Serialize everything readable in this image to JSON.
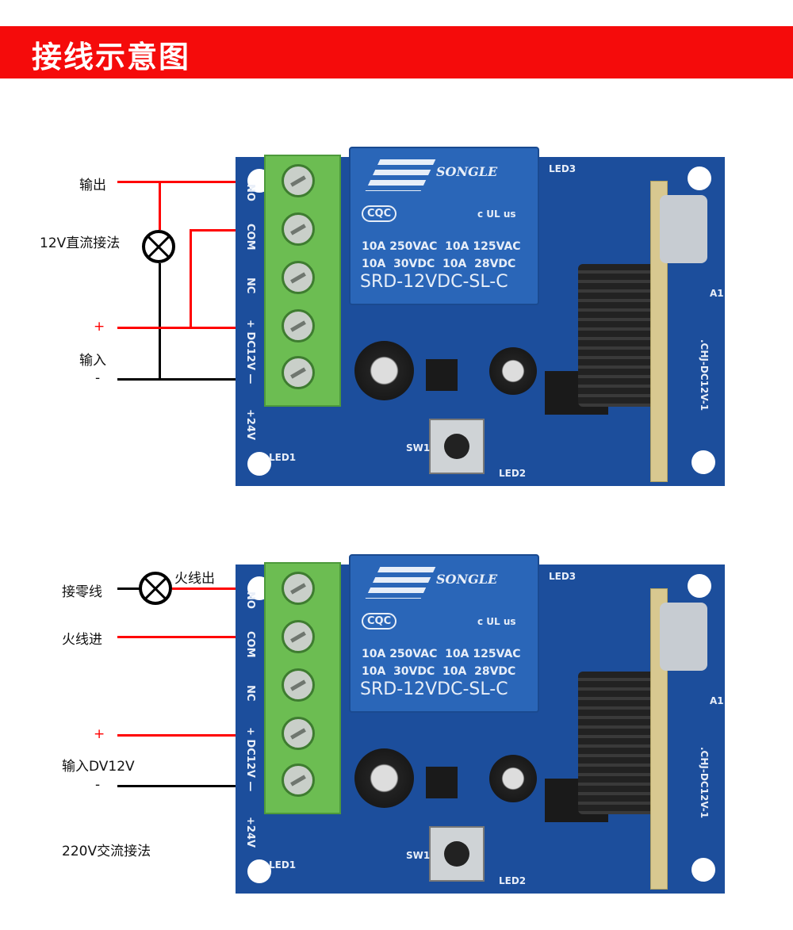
{
  "header": {
    "title": "接线示意图"
  },
  "board": {
    "terminal_labels": [
      "NO",
      "COM",
      "NC",
      "+ DC12V —",
      "+24V"
    ],
    "relay": {
      "brand": "SONGLE",
      "cert": "CQC",
      "ul": "c UL us",
      "row1": "10A 250VAC  10A 125VAC",
      "row2": "10A  30VDC  10A  28VDC",
      "model": "SRD-12VDC-SL-C"
    },
    "pcb_model": ".CHJ-DC12V-1",
    "pcb_labels": [
      "LED1",
      "LED2",
      "LED3",
      "SW1",
      "A1"
    ]
  },
  "diagram1": {
    "output": "输出",
    "method": "12V直流接法",
    "plus": "+",
    "input": "输入",
    "minus": "-"
  },
  "diagram2": {
    "neutral": "接零线",
    "live_out": "火线出",
    "live_in": "火线进",
    "plus": "+",
    "input": "输入DV12V",
    "minus": "-",
    "method": "220V交流接法"
  },
  "colors": {
    "header": "#f50b0b",
    "wire_positive": "#ff0000",
    "wire_negative": "#000000",
    "pcb": "#1c4e9c"
  }
}
